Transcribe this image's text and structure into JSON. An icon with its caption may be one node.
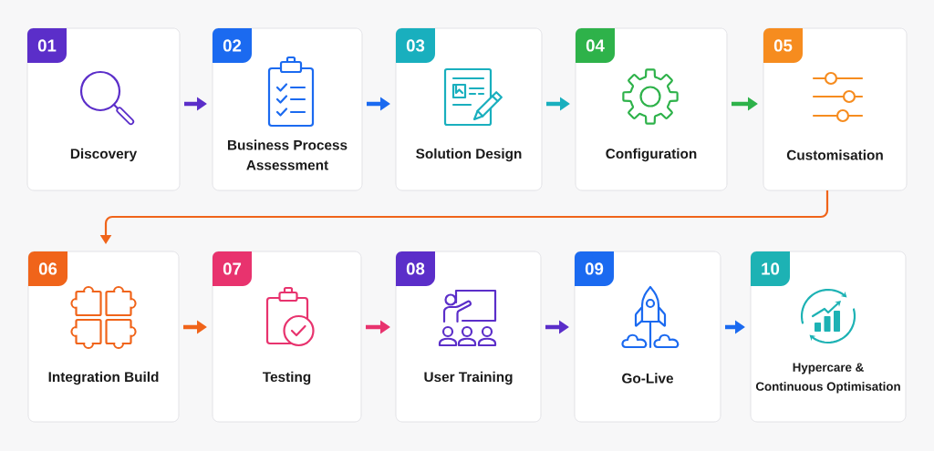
{
  "diagram": {
    "nodes": [
      {
        "text": [
          "Discovery"
        ]
      },
      {
        "text": [
          "01"
        ],
        "in": 0
      },
      {
        "text": [
          "Business Process Assessment"
        ]
      },
      {
        "text": [
          "02"
        ],
        "in": 2
      },
      {
        "text": [
          "Solution Design"
        ]
      },
      {
        "text": [
          "03"
        ],
        "in": 4
      },
      {
        "text": [
          "Configuration"
        ]
      },
      {
        "text": [
          "04"
        ],
        "in": 6
      },
      {
        "text": [
          "Customisation"
        ]
      },
      {
        "text": [
          "05"
        ],
        "in": 8
      },
      {
        "text": [
          "Integration Build"
        ]
      },
      {
        "text": [
          "06"
        ],
        "in": 10
      },
      {
        "text": [
          "Testing"
        ]
      },
      {
        "text": [
          "07"
        ],
        "in": 12
      },
      {
        "text": [
          "User Training"
        ]
      },
      {
        "text": [
          "08"
        ],
        "in": 14
      },
      {
        "text": [
          "Go-Live"
        ]
      },
      {
        "text": [
          "09"
        ],
        "in": 16
      },
      {
        "text": [
          "Hypercare & Continuous Optimisation"
        ]
      },
      {
        "text": [
          "10"
        ],
        "in": 18
      }
    ],
    "edges": [
      {
        "from": 0,
        "to": 2,
        "arrow": "to",
        "color": "#5b2ec9"
      },
      {
        "from": 2,
        "to": 4,
        "arrow": "to",
        "color": "#1b6af0"
      },
      {
        "from": 4,
        "to": 6,
        "arrow": "to",
        "color": "#19afbe"
      },
      {
        "from": 6,
        "to": 8,
        "arrow": "to",
        "color": "#2eb24a"
      },
      {
        "from": 8,
        "to": 10,
        "arrow": "to",
        "color": "#f0641a"
      },
      {
        "from": 10,
        "to": 12,
        "arrow": "to",
        "color": "#f0641a"
      },
      {
        "from": 12,
        "to": 14,
        "arrow": "to",
        "color": "#e8336e"
      },
      {
        "from": 14,
        "to": 16,
        "arrow": "to",
        "color": "#5b2ec9"
      },
      {
        "from": 16,
        "to": 18,
        "arrow": "to",
        "color": "#1b6af0"
      }
    ]
  }
}
